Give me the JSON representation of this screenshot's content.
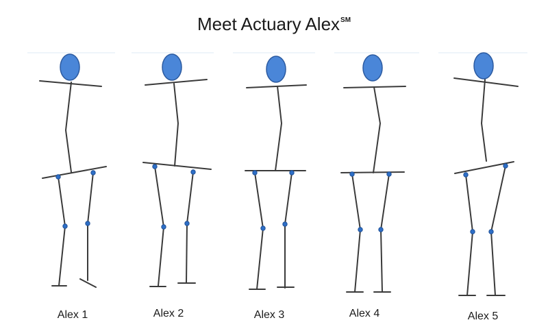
{
  "title": {
    "text": "Meet Actuary Alex",
    "mark": "SM"
  },
  "figures": [
    {
      "label": "Alex 1"
    },
    {
      "label": "Alex 2"
    },
    {
      "label": "Alex 3"
    },
    {
      "label": "Alex 4"
    },
    {
      "label": "Alex 5"
    }
  ],
  "colors": {
    "head": "#4a86d8",
    "head_stroke": "#2b5aa0",
    "line": "#3a3a3a",
    "joint": "#2e6fc7"
  }
}
